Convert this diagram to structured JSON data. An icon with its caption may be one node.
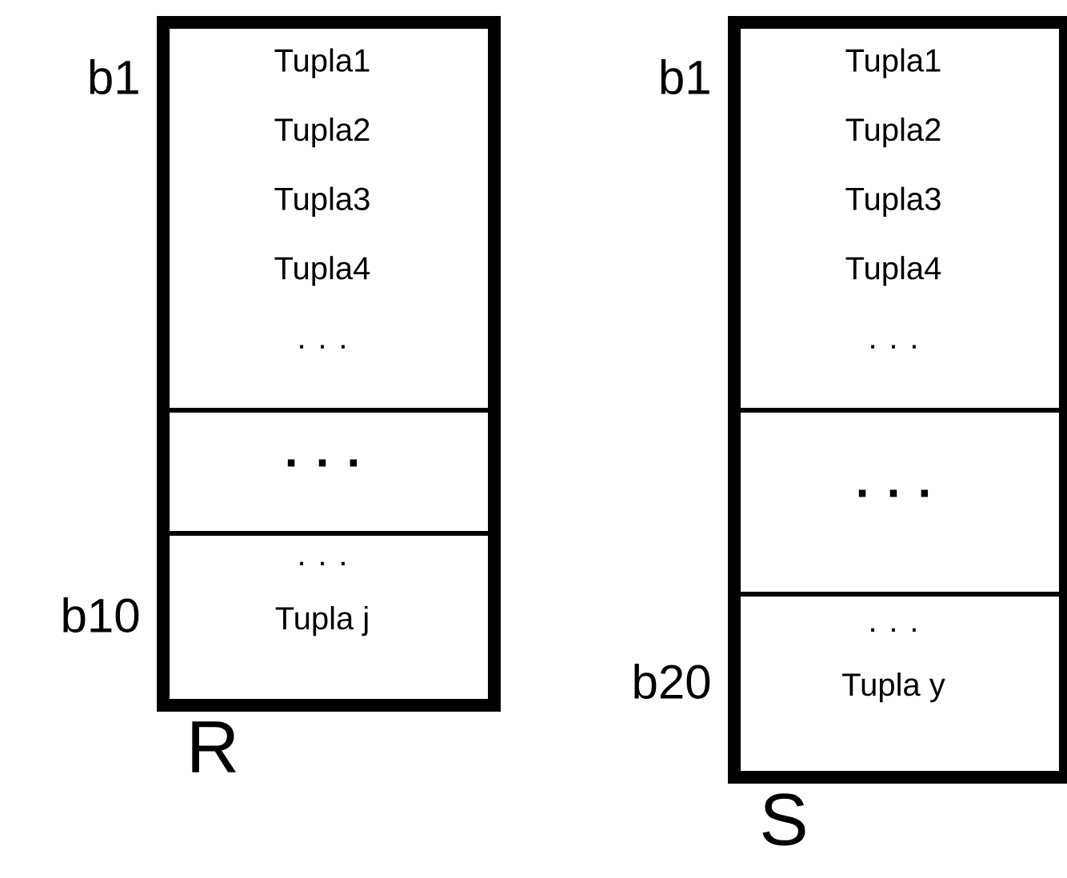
{
  "diagram": {
    "nodes": [
      {
        "text": [
          "R"
        ]
      },
      {
        "text": [
          "Tupla1",
          "Tupla2",
          "Tupla3",
          "Tupla4",
          ". . ."
        ],
        "in": 0,
        "beside": [
          "b1"
        ]
      },
      {
        "text": [
          ". . ."
        ],
        "in": 0
      },
      {
        "text": [
          ". . .",
          "Tupla j"
        ],
        "in": 0,
        "beside": [
          "b10"
        ]
      },
      {
        "text": [
          "S"
        ]
      },
      {
        "text": [
          "Tupla1",
          "Tupla2",
          "Tupla3",
          "Tupla4",
          ". . ."
        ],
        "in": 4,
        "beside": [
          "b1"
        ]
      },
      {
        "text": [
          ". . ."
        ],
        "in": 4
      },
      {
        "text": [
          ". . .",
          "Tupla y"
        ],
        "in": 4,
        "beside": [
          "b20"
        ]
      }
    ]
  }
}
